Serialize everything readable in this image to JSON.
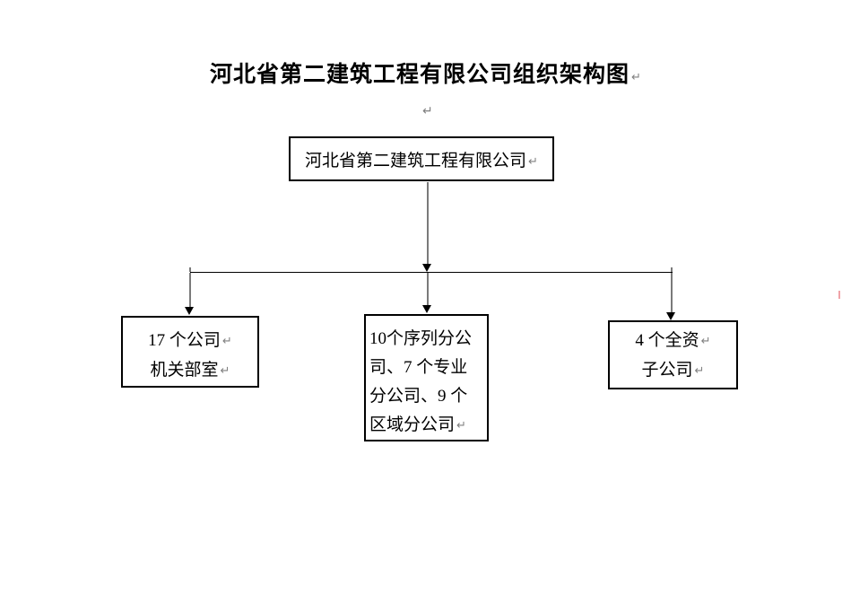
{
  "title": "河北省第二建筑工程有限公司组织架构图",
  "marks": {
    "return_mark": "↵"
  },
  "org_chart": {
    "root": {
      "lines": [
        {
          "text": "河北省第二建筑工程有限公司",
          "mark": true
        }
      ]
    },
    "children": [
      {
        "lines": [
          {
            "text": "17 个公司",
            "mark": true
          },
          {
            "text": "机关部室",
            "mark": true
          }
        ]
      },
      {
        "lines": [
          {
            "text": "10个序列分公",
            "mark": false
          },
          {
            "text": "司、7 个专业",
            "mark": false
          },
          {
            "text": "分公司、9 个",
            "mark": false
          },
          {
            "text": "区域分公司",
            "mark": true
          }
        ]
      },
      {
        "lines": [
          {
            "text": "4 个全资",
            "mark": true
          },
          {
            "text": "子公司",
            "mark": true
          }
        ]
      }
    ]
  },
  "colors": {
    "box_border": "#000000",
    "connector_line": "#000000",
    "arrow_shaft": "#7a7a7a",
    "formatting_mark": "#808080",
    "stray_pink_tick": "#f0a3a8"
  }
}
